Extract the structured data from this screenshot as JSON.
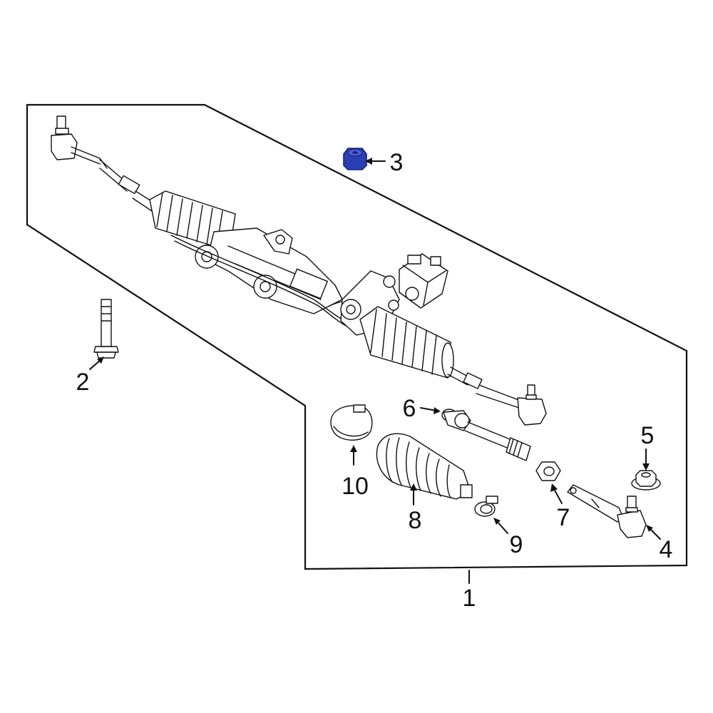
{
  "diagram": {
    "callouts": [
      {
        "id": "1",
        "label": "1"
      },
      {
        "id": "2",
        "label": "2"
      },
      {
        "id": "3",
        "label": "3"
      },
      {
        "id": "4",
        "label": "4"
      },
      {
        "id": "5",
        "label": "5"
      },
      {
        "id": "6",
        "label": "6"
      },
      {
        "id": "7",
        "label": "7"
      },
      {
        "id": "8",
        "label": "8"
      },
      {
        "id": "9",
        "label": "9"
      },
      {
        "id": "10",
        "label": "10"
      }
    ],
    "highlight_color": "#2b3fb5",
    "highlighted_part": "3",
    "line_color": "#111111"
  }
}
